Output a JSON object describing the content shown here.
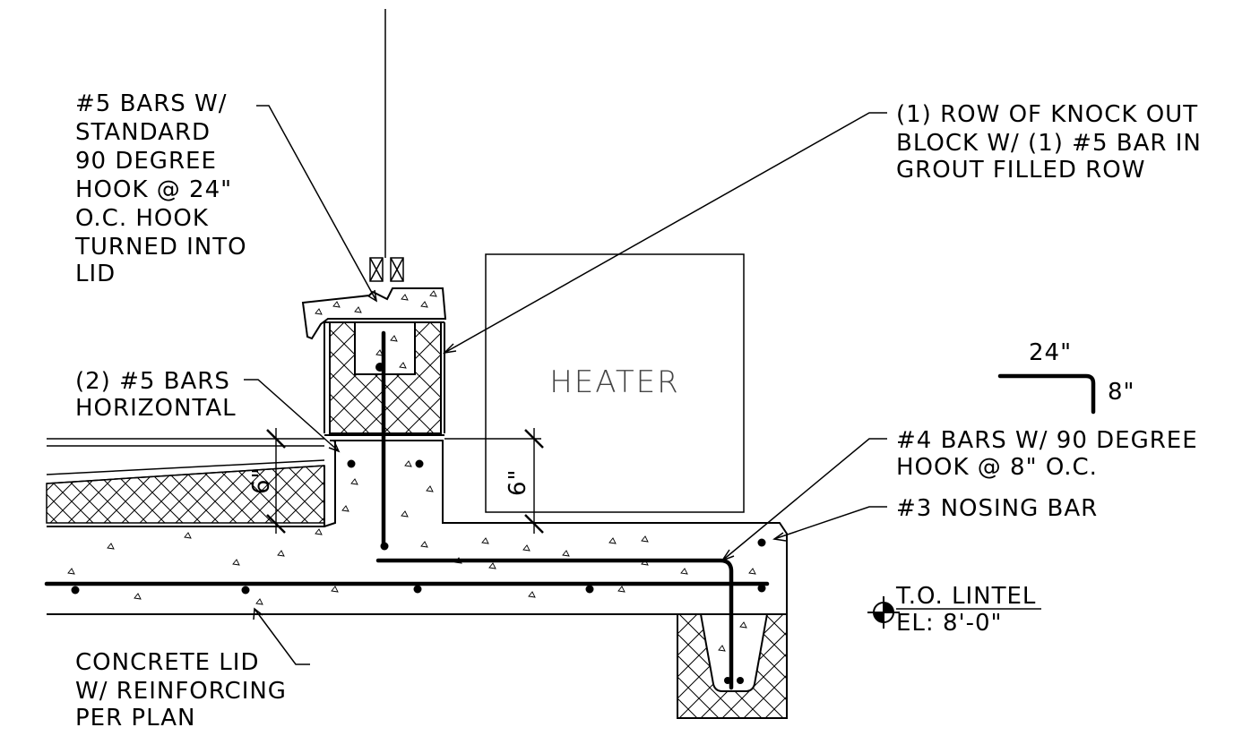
{
  "labels": {
    "bars_hook": [
      "#5 BARS  W/",
      "STANDARD",
      "90 DEGREE",
      "HOOK @ 24\"",
      "O.C. HOOK",
      "TURNED INTO",
      "LID"
    ],
    "knock_out": [
      "(1) ROW OF KNOCK OUT",
      "BLOCK W/ (1) #5 BAR IN",
      "GROUT FILLED ROW"
    ],
    "horizontal_bars": [
      "(2) #5 BARS",
      "HORIZONTAL"
    ],
    "heater": "HEATER",
    "hook_detail": {
      "horizontal": "24\"",
      "vertical": "8\""
    },
    "no4_bars": [
      "#4 BARS W/ 90 DEGREE",
      "HOOK @ 8\" O.C."
    ],
    "nosing_bar": "#3 NOSING BAR",
    "elevation": {
      "title": "T.O. LINTEL",
      "value": "EL: 8'-0\""
    },
    "lid": [
      "CONCRETE LID",
      "W/ REINFORCING",
      "PER PLAN"
    ],
    "dim_left": "6\"",
    "dim_right": "6\""
  }
}
